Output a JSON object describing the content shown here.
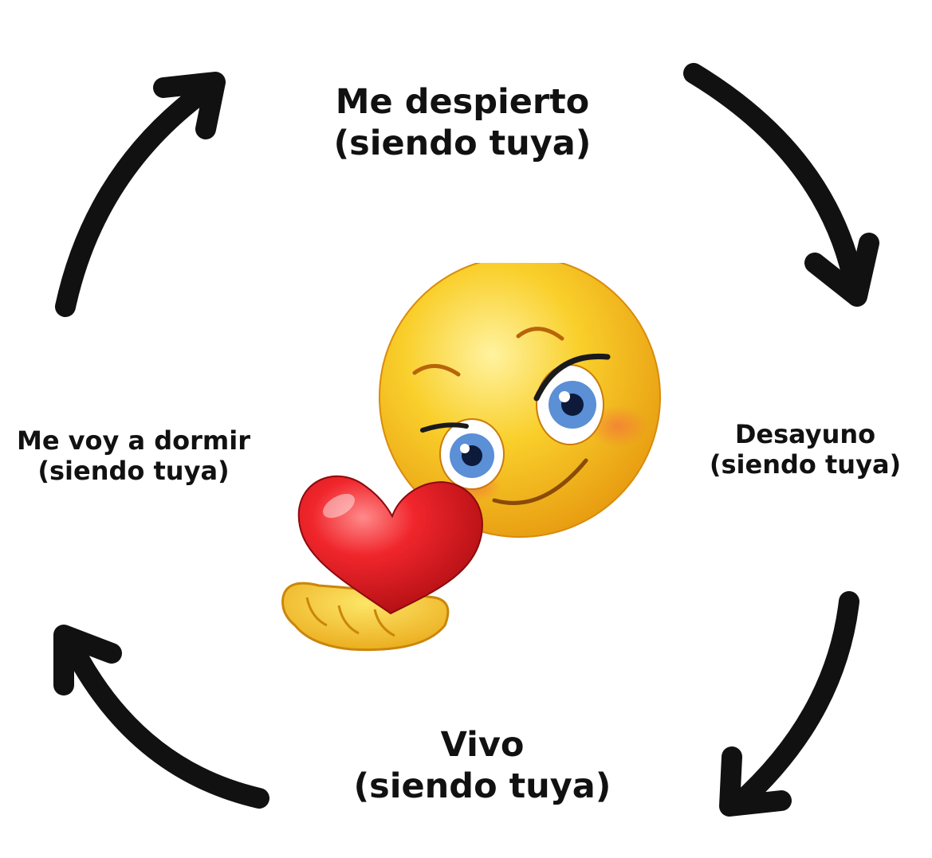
{
  "cycle": {
    "steps": [
      {
        "title": "Me despierto",
        "subtitle": "(siendo tuya)"
      },
      {
        "title": "Desayuno",
        "subtitle": "(siendo tuya)"
      },
      {
        "title": "Vivo",
        "subtitle": "(siendo tuya)"
      },
      {
        "title": "Me voy a dormir",
        "subtitle": "(siendo tuya)"
      }
    ]
  },
  "center_image": {
    "icon": "smiley-offering-heart-icon",
    "colors": {
      "face": "#f7c21a",
      "heart": "#e3141b",
      "eyes": "#5b8fd6"
    }
  },
  "colors": {
    "arrow": "#111111",
    "background": "#ffffff",
    "text": "#111111"
  }
}
